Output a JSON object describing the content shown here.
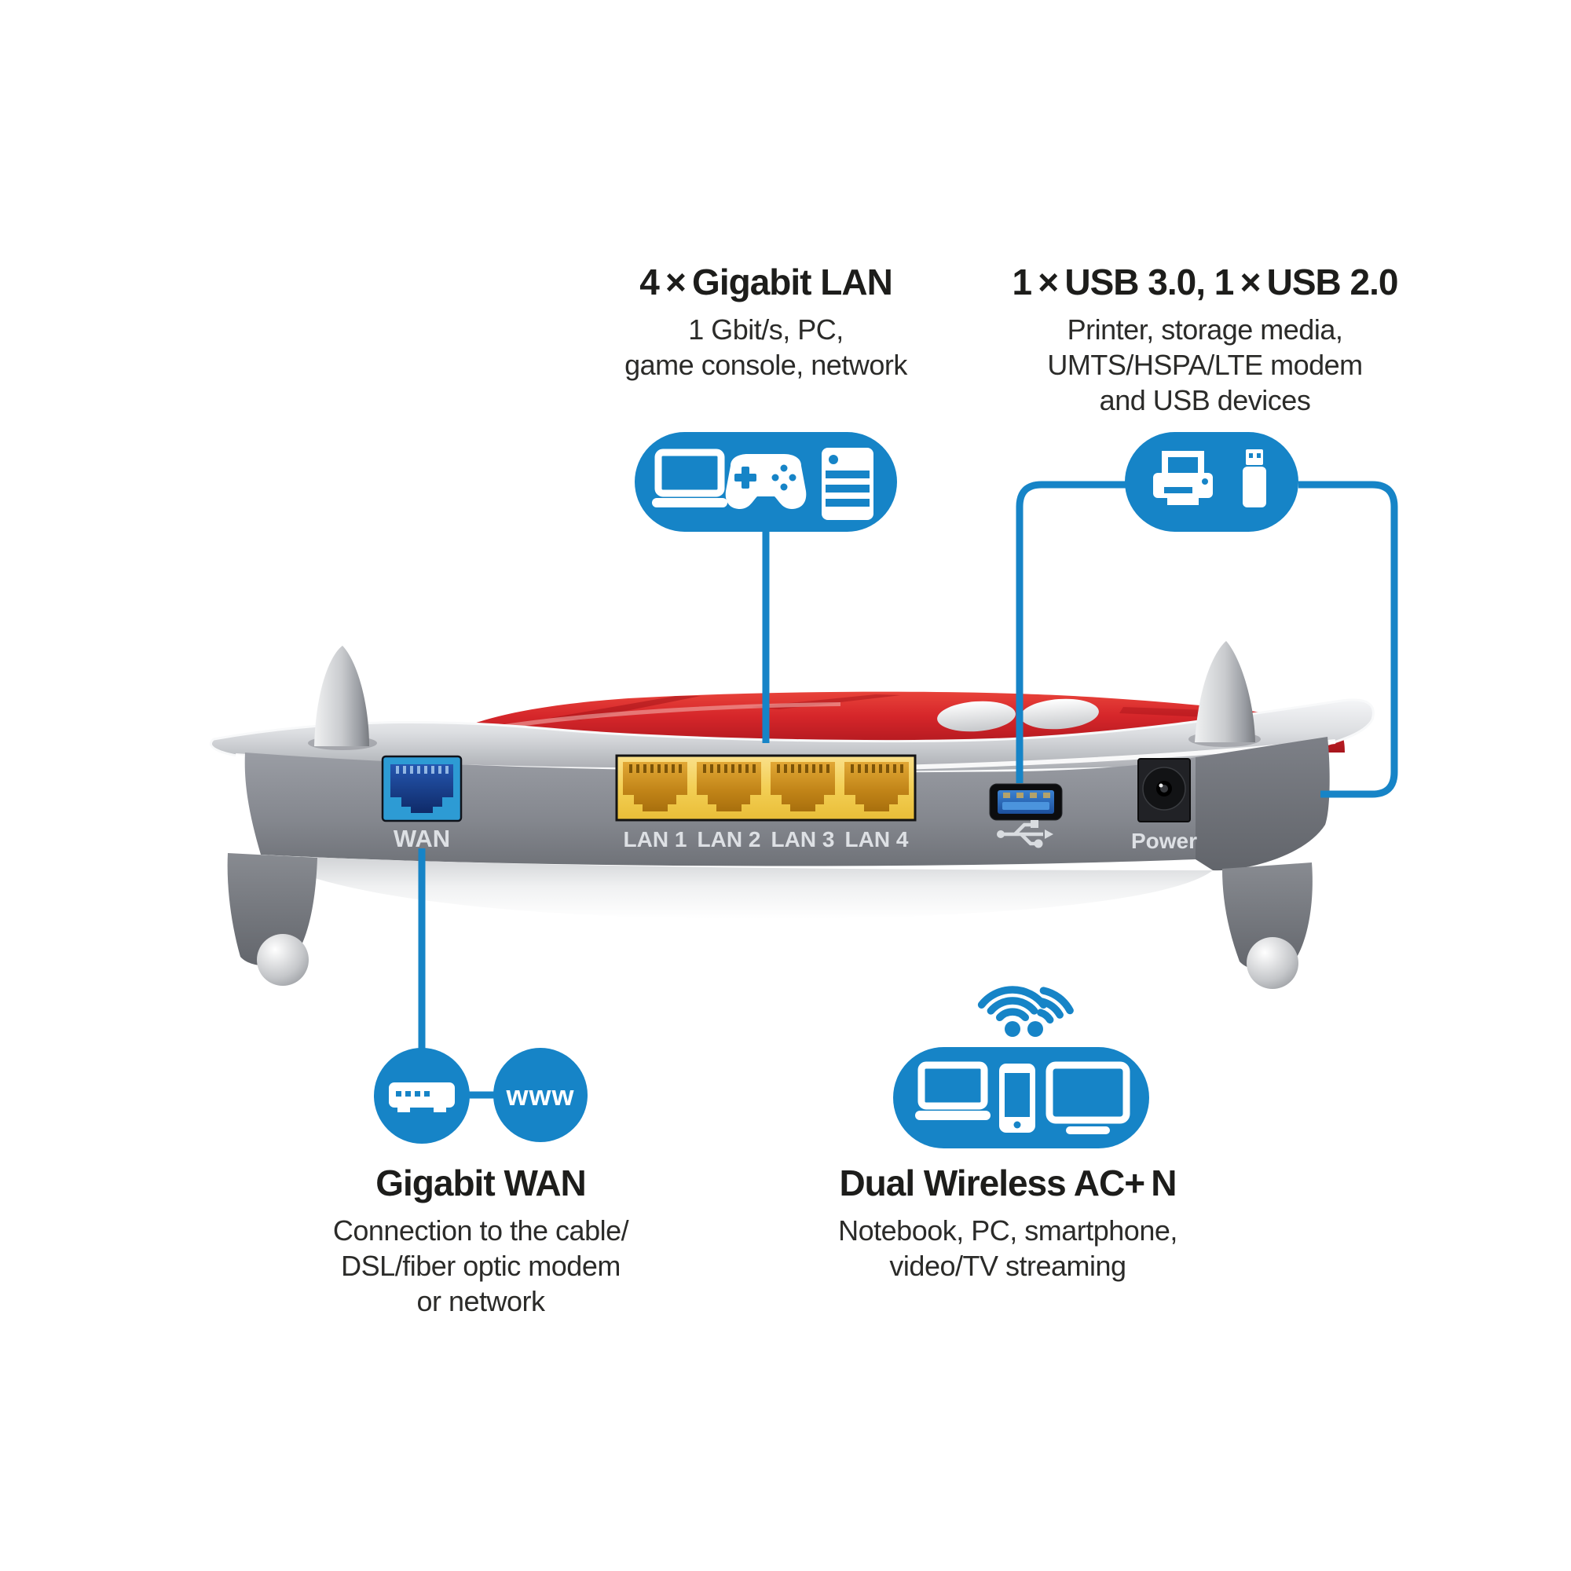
{
  "figure": {
    "description": "Rear view of a red and silver wireless router with callouts explaining its ports"
  },
  "colors": {
    "accent_blue": "#1684c7",
    "router_red": "#d6262a",
    "lan_yellow": "#f3cf55",
    "wan_port_blue": "#2d9bd4",
    "body_gray": "#84878e",
    "silver": "#c9cbce",
    "text_dark": "#1d1d1b",
    "port_label": "#dde0e4"
  },
  "callouts": {
    "lan": {
      "title": "4 × Gigabit LAN",
      "lines": [
        "1 Gbit/s, PC,",
        "game console, network"
      ],
      "icons": [
        "laptop-icon",
        "gamepad-icon",
        "server-icon"
      ]
    },
    "usb": {
      "title": "1 × USB 3.0, 1 × USB 2.0",
      "lines": [
        "Printer, storage media,",
        "UMTS/HSPA/LTE modem",
        "and USB devices"
      ],
      "icons": [
        "printer-icon",
        "usb-stick-icon"
      ]
    },
    "wan": {
      "title": "Gigabit WAN",
      "lines": [
        "Connection to the cable/",
        "DSL/fiber optic modem",
        "or network"
      ],
      "icons": [
        "modem-icon",
        "www-bubble"
      ],
      "bubble_text": "www"
    },
    "wifi": {
      "title": "Dual Wireless AC+ N",
      "lines": [
        "Notebook, PC, smartphone,",
        "video/TV streaming"
      ],
      "icons": [
        "wifi-icon",
        "laptop-icon",
        "smartphone-icon",
        "tv-icon"
      ]
    }
  },
  "router": {
    "ports": {
      "wan": "WAN",
      "lan1": "LAN 1",
      "lan2": "LAN 2",
      "lan3": "LAN 3",
      "lan4": "LAN 4",
      "power": "Power"
    }
  }
}
